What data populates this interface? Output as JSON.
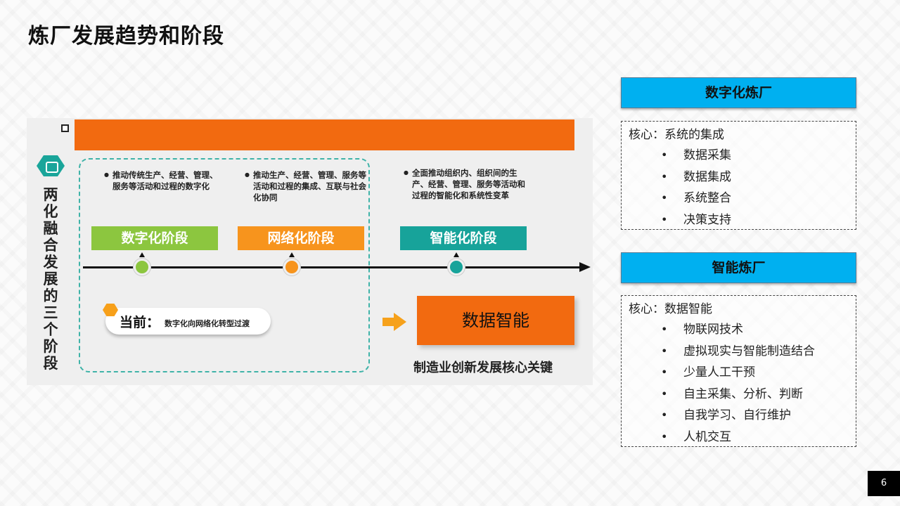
{
  "title": "炼厂发展趋势和阶段",
  "diagram": {
    "side_label": "两化融合发展的三个阶段",
    "descriptions": [
      "推动传统生产、经营、管理、服务等活动和过程的数字化",
      "推动生产、经营、管理、服务等活动和过程的集成、互联与社会化协同",
      "全面推动组织内、组织间的生产、经营、管理、服务等活动和过程的智能化和系统性变革"
    ],
    "stages": [
      {
        "label": "数字化阶段",
        "color": "#8cc63f",
        "node_color": "#8cc63f"
      },
      {
        "label": "网络化阶段",
        "color": "#f7941d",
        "node_color": "#f7941d"
      },
      {
        "label": "智能化阶段",
        "color": "#17a39a",
        "node_color": "#17a39a"
      }
    ],
    "current_label": "当前：",
    "current_text": "数字化向网络化转型过渡",
    "highlight": "数据智能",
    "highlight_caption": "制造业创新发展核心关键"
  },
  "cards": [
    {
      "heading": "数字化炼厂",
      "core": "核心：系统的集成",
      "items": [
        "数据采集",
        "数据集成",
        "系统整合",
        "决策支持"
      ]
    },
    {
      "heading": "智能炼厂",
      "core": "核心：数据智能",
      "items": [
        "物联网技术",
        "虚拟现实与智能制造结合",
        "少量人工干预",
        "自主采集、分析、判断",
        "自我学习、自行维护",
        "人机交互"
      ]
    }
  ],
  "page_number": "6",
  "colors": {
    "accent_orange": "#f26a10",
    "card_blue": "#00b0f0",
    "dash_teal": "#3fb3a8"
  }
}
